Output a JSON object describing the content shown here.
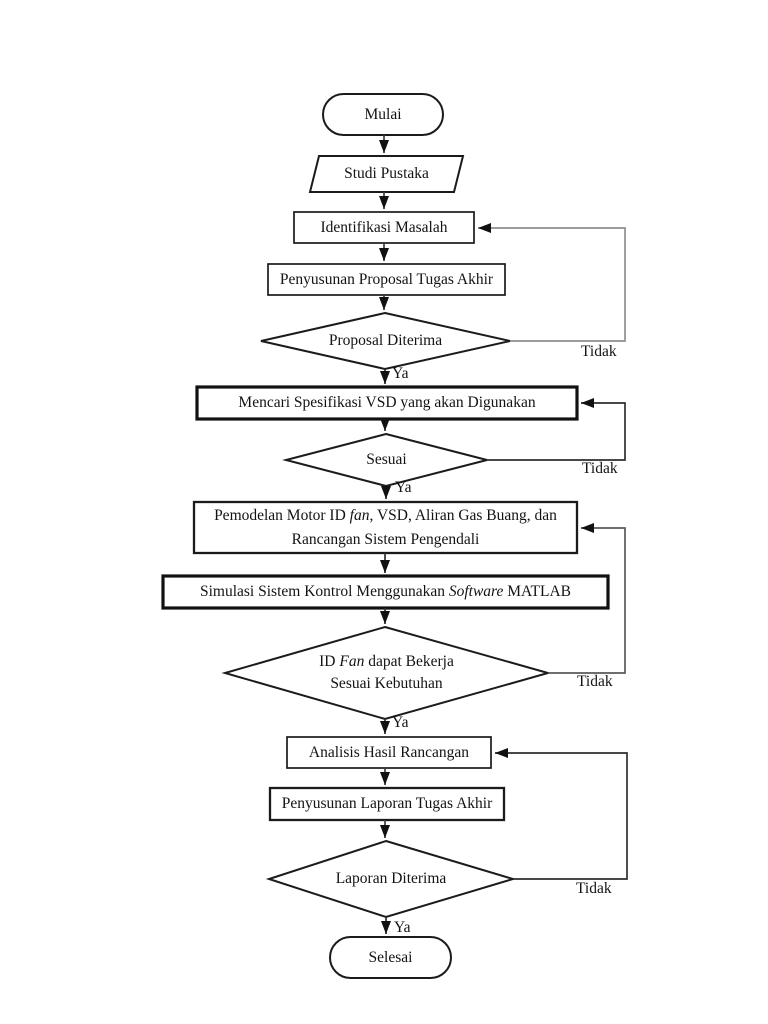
{
  "diagram": {
    "type": "flowchart",
    "language": "Indonesian",
    "colors": {
      "background": "#ffffff",
      "stroke": "#1b1b1b",
      "text": "#131313"
    },
    "labels": {
      "yes": "Ya",
      "no": "Tidak"
    },
    "nodes": {
      "start": {
        "type": "terminator",
        "label": "Mulai"
      },
      "literature": {
        "type": "input-output",
        "label": "Studi Pustaka"
      },
      "identify": {
        "type": "process",
        "label": "Identifikasi Masalah"
      },
      "proposal": {
        "type": "process",
        "label": "Penyusunan Proposal Tugas Akhir"
      },
      "proposal_decision": {
        "type": "decision",
        "label": "Proposal Diterima"
      },
      "vsd_spec": {
        "type": "process",
        "label": "Mencari Spesifikasi VSD yang akan Digunakan"
      },
      "match_decision": {
        "type": "decision",
        "label": "Sesuai"
      },
      "modeling": {
        "type": "process",
        "parts": [
          {
            "t": "Pemodelan Motor ID "
          },
          {
            "t": "fan",
            "i": true
          },
          {
            "t": ", VSD, Aliran Gas Buang, dan"
          },
          {
            "br": true
          },
          {
            "t": "Rancangan Sistem Pengendali"
          }
        ]
      },
      "simulation": {
        "type": "process",
        "parts": [
          {
            "t": "Simulasi Sistem Kontrol Menggunakan "
          },
          {
            "t": "Software",
            "i": true
          },
          {
            "t": " MATLAB"
          }
        ]
      },
      "idfan_decision": {
        "type": "decision",
        "parts": [
          {
            "t": "ID "
          },
          {
            "t": "Fan",
            "i": true
          },
          {
            "t": " dapat Bekerja"
          },
          {
            "br": true
          },
          {
            "t": "Sesuai Kebutuhan"
          }
        ]
      },
      "analysis": {
        "type": "process",
        "label": "Analisis Hasil Rancangan"
      },
      "report": {
        "type": "process",
        "label": "Penyusunan Laporan Tugas Akhir"
      },
      "report_decision": {
        "type": "decision",
        "label": "Laporan Diterima"
      },
      "end": {
        "type": "terminator",
        "label": "Selesai"
      }
    },
    "edges": [
      {
        "from": "start",
        "to": "literature"
      },
      {
        "from": "literature",
        "to": "identify"
      },
      {
        "from": "identify",
        "to": "proposal"
      },
      {
        "from": "proposal",
        "to": "proposal_decision"
      },
      {
        "from": "proposal_decision",
        "to": "vsd_spec",
        "label": "Ya"
      },
      {
        "from": "proposal_decision",
        "to": "identify",
        "label": "Tidak"
      },
      {
        "from": "vsd_spec",
        "to": "match_decision"
      },
      {
        "from": "match_decision",
        "to": "modeling",
        "label": "Ya"
      },
      {
        "from": "match_decision",
        "to": "vsd_spec",
        "label": "Tidak"
      },
      {
        "from": "modeling",
        "to": "simulation"
      },
      {
        "from": "simulation",
        "to": "idfan_decision"
      },
      {
        "from": "idfan_decision",
        "to": "analysis",
        "label": "Ya"
      },
      {
        "from": "idfan_decision",
        "to": "modeling",
        "label": "Tidak"
      },
      {
        "from": "analysis",
        "to": "report"
      },
      {
        "from": "report",
        "to": "report_decision"
      },
      {
        "from": "report_decision",
        "to": "end",
        "label": "Ya"
      },
      {
        "from": "report_decision",
        "to": "analysis",
        "label": "Tidak"
      }
    ]
  }
}
